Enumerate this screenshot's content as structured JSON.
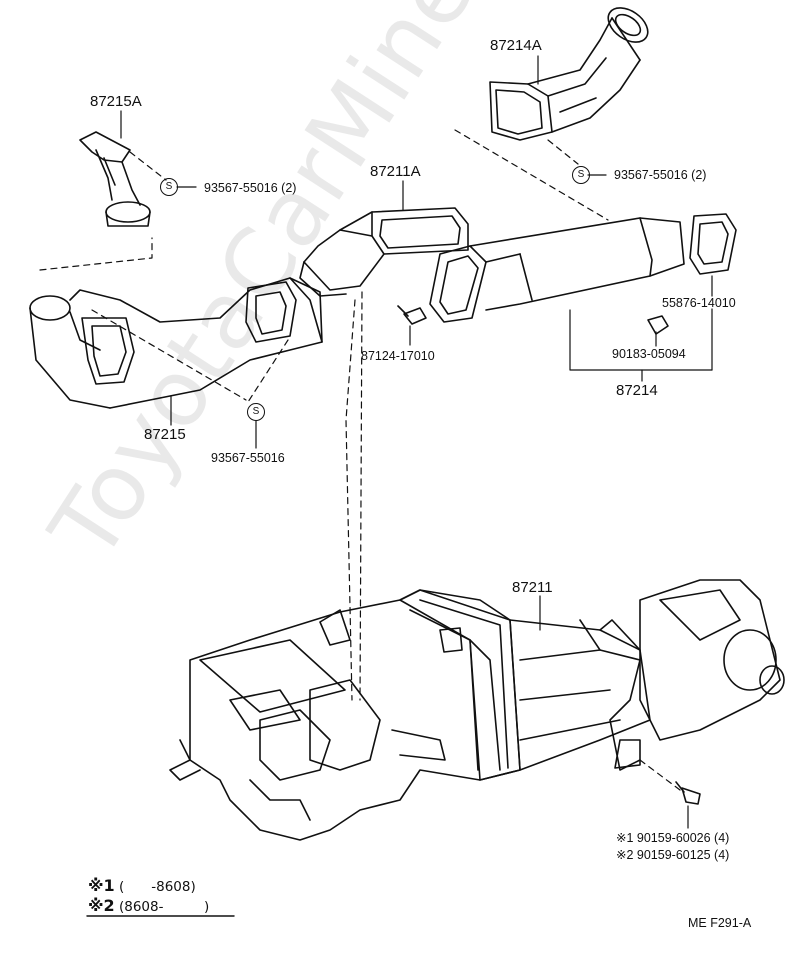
{
  "parts": {
    "p87214A": "87214A",
    "p87215A": "87215A",
    "p87211A": "87211A",
    "s93567_a": "93567-55016 (2)",
    "s93567_b": "93567-55016 (2)",
    "s93567_c": "93567-55016",
    "p87215": "87215",
    "p87124": "87124-17010",
    "p55876": "55876-14010",
    "p90183": "90183-05094",
    "p87214": "87214",
    "p87211": "87211",
    "bolt1": "※1 90159-60026 (4)",
    "bolt2": "※2 90159-60125 (4)"
  },
  "symbol": "S",
  "notes": {
    "n1_mark": "※1",
    "n1_text": "(　　-8608)",
    "n2_mark": "※2",
    "n2_text": "(8608-　　　)"
  },
  "figure_code": "ME  F291-A",
  "watermark": "ToyotaCarMine.ru"
}
